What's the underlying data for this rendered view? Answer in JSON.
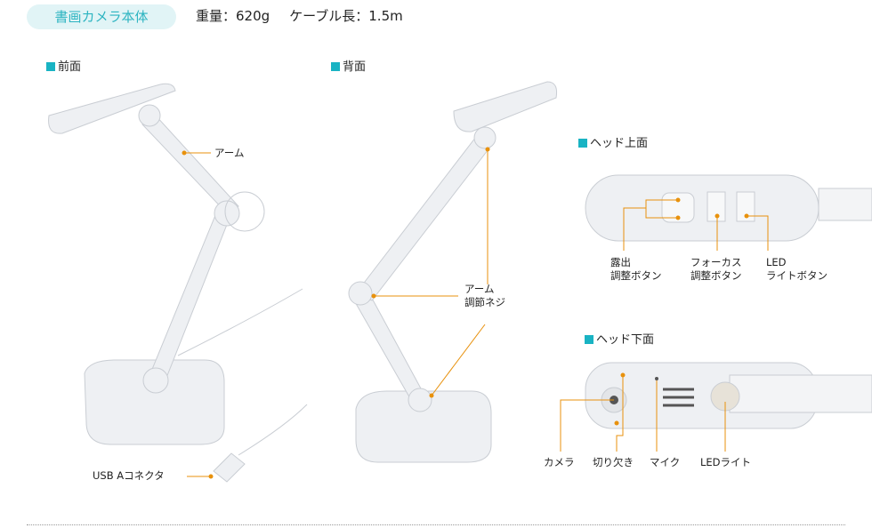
{
  "header": {
    "badge": "書画カメラ本体",
    "weight": "重量：620g",
    "cable": "ケーブル長：1.5m"
  },
  "sections": {
    "front": "前面",
    "back": "背面",
    "head_top": "ヘッド上面",
    "head_bottom": "ヘッド下面"
  },
  "labels": {
    "arm": "アーム",
    "usb": "USB Aコネクタ",
    "arm_screw_1": "アーム",
    "arm_screw_2": "調節ネジ",
    "exposure_1": "露出",
    "exposure_2": "調整ボタン",
    "focus_1": "フォーカス",
    "focus_2": "調整ボタン",
    "led_btn_1": "LED",
    "led_btn_2": "ライトボタン",
    "camera": "カメラ",
    "notch": "切り欠き",
    "mic": "マイク",
    "led_light": "LEDライト"
  },
  "colors": {
    "accent": "#19b3c3",
    "leader": "#e8910c",
    "badge_bg": "#e1f4f6"
  }
}
